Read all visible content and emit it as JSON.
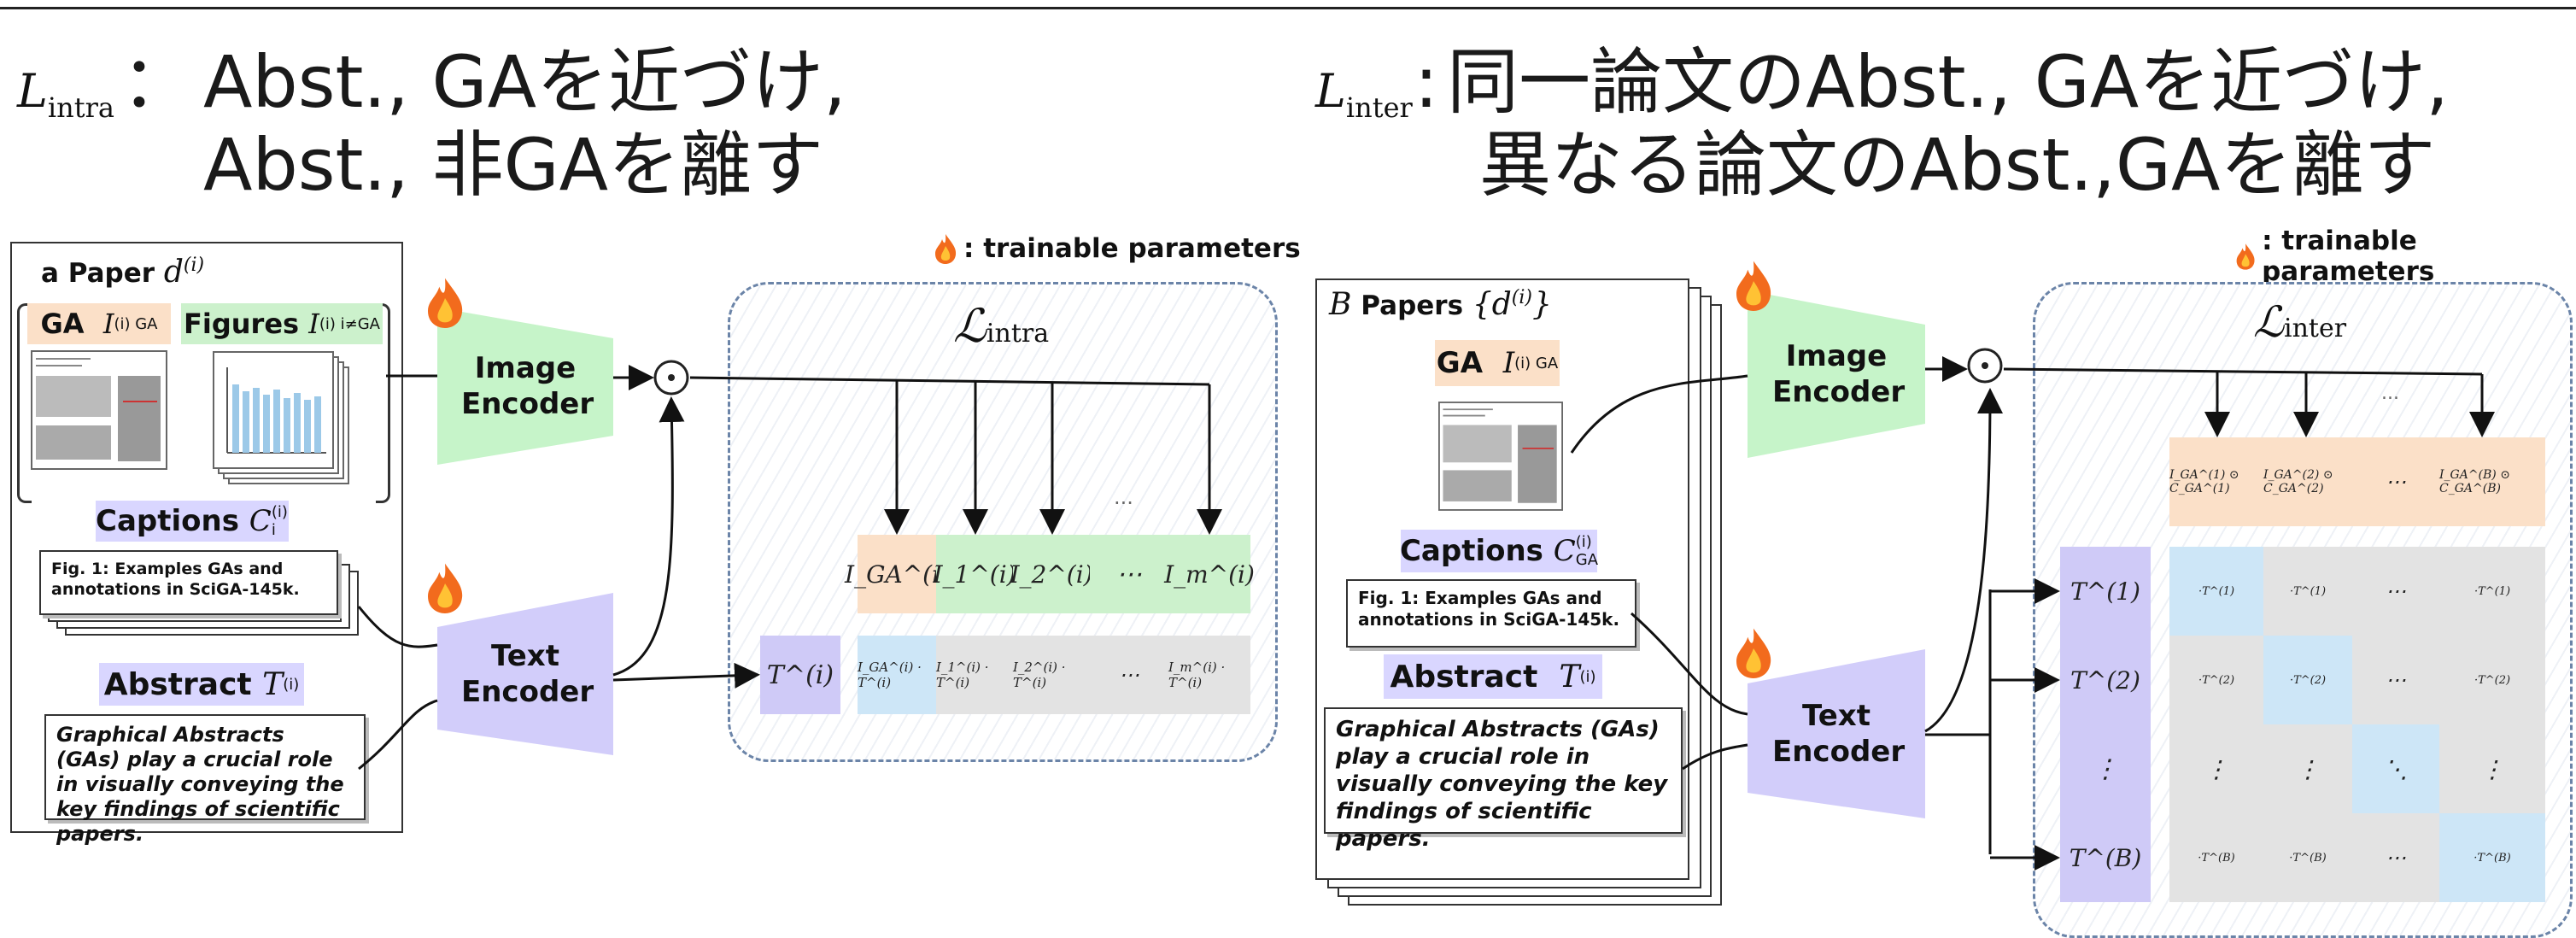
{
  "left": {
    "loss_symbol": "L",
    "loss_sub": "intra",
    "colon": "：",
    "line1": "Abst., GAを近づけ,",
    "line2": "Abst., 非GAを離す",
    "trainable_label": ": trainable parameters",
    "paper_title": "a Paper",
    "paper_sym": "d",
    "paper_sup": "(i)",
    "ga_label": "GA",
    "figures_label": "Figures",
    "captions_label": "Captions",
    "abstract_label": "Abstract",
    "caption_text": "Fig. 1: Examples GAs and annotations in SciGA-145k.",
    "abstract_text": "Graphical Abstracts (GAs) play a crucial role in visually conveying the key findings of scientific papers.",
    "image_encoder": "Image Encoder",
    "text_encoder": "Text Encoder",
    "loss_area_label": "ℒ",
    "loss_area_sub": "intra",
    "image_cells": [
      "I_GA^(i)",
      "I_1^(i)",
      "I_2^(i)",
      "⋯",
      "I_m^(i)"
    ],
    "text_cell": "T^(i)",
    "product_cells": [
      "I_GA^(i) · T^(i)",
      "I_1^(i) · T^(i)",
      "I_2^(i) · T^(i)",
      "⋯",
      "I_m^(i) · T^(i)"
    ],
    "dots": "..."
  },
  "right": {
    "loss_symbol": "L",
    "loss_sub": "inter",
    "colon": ":",
    "line1": "同一論文のAbst., GAを近づけ,",
    "line2": "異なる論文のAbst.,GAを離す",
    "trainable_label": ": trainable parameters",
    "papers_title": "Papers",
    "batch_sym": "B",
    "papers_sym": "{d",
    "papers_sup": "(i)",
    "papers_close": "}",
    "ga_label": "GA",
    "captions_label": "Captions",
    "abstract_label": "Abstract",
    "caption_text": "Fig. 1: Examples GAs and annotations in SciGA-145k.",
    "abstract_text": "Graphical Abstracts (GAs) play a crucial role in visually conveying the key findings of scientific papers.",
    "image_encoder": "Image Encoder",
    "text_encoder": "Text Encoder",
    "loss_area_label": "ℒ",
    "loss_area_sub": "inter",
    "column_headers": [
      "I_GA^(1) ⊙ C_GA^(1)",
      "I_GA^(2) ⊙ C_GA^(2)",
      "⋯",
      "I_GA^(B) ⊙ C_GA^(B)"
    ],
    "row_headers": [
      "T^(1)",
      "T^(2)",
      "⋮",
      "T^(B)"
    ],
    "matrix": [
      [
        "·T^(1)",
        "·T^(1)",
        "⋯",
        "·T^(1)"
      ],
      [
        "·T^(2)",
        "·T^(2)",
        "⋯",
        "·T^(2)"
      ],
      [
        "⋮",
        "⋮",
        "⋱",
        "⋮"
      ],
      [
        "·T^(B)",
        "·T^(B)",
        "⋯",
        "·T^(B)"
      ]
    ],
    "dots": "..."
  },
  "colors": {
    "ga_orange": "#fbe0c8",
    "figure_green": "#ccf1cc",
    "caption_purple": "#d9d6ff",
    "text_purple": "#cfcaf7",
    "positive_blue": "#cde6f7",
    "gray_cell": "#e3e3e3",
    "dash_border": "#6b84a8"
  },
  "icons": [
    "flame-icon",
    "hadamard-product-icon"
  ]
}
